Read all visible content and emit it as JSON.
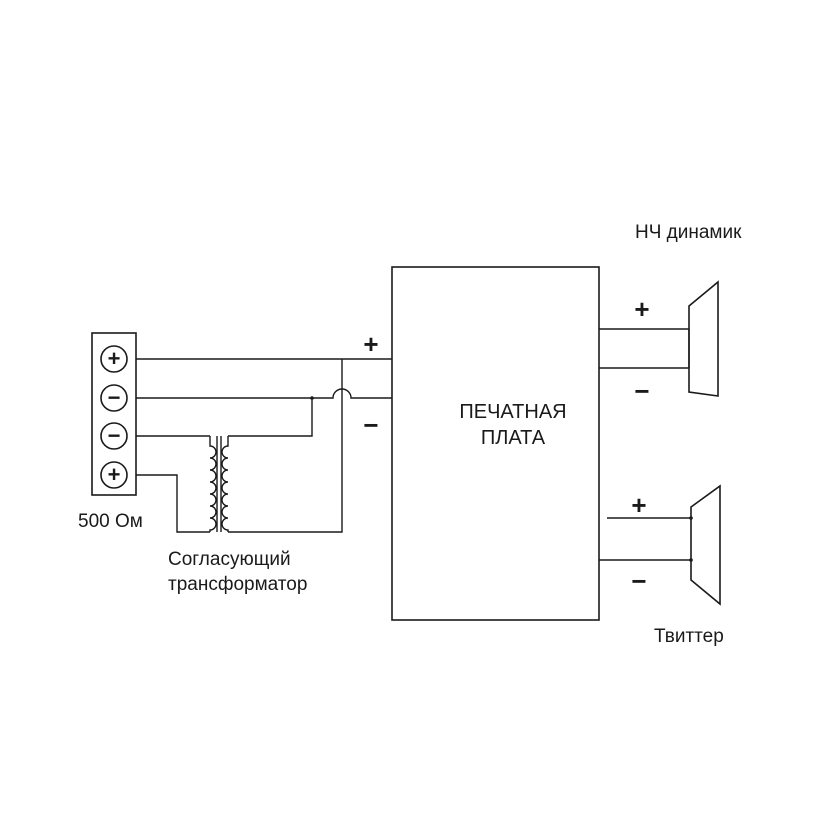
{
  "labels": {
    "terminal_block": "500 Ом",
    "transformer_line1": "Согласующий",
    "transformer_line2": "трансформатор",
    "pcb_line1": "ПЕЧАТНАЯ",
    "pcb_line2": "ПЛАТА",
    "woofer": "НЧ динамик",
    "tweeter": "Твиттер"
  },
  "terminals": [
    "+",
    "−",
    "−",
    "+"
  ],
  "polarity": {
    "pcb_input_plus": "+",
    "pcb_input_minus": "−",
    "woofer_plus": "+",
    "woofer_minus": "−",
    "tweeter_plus": "+",
    "tweeter_minus": "−"
  }
}
